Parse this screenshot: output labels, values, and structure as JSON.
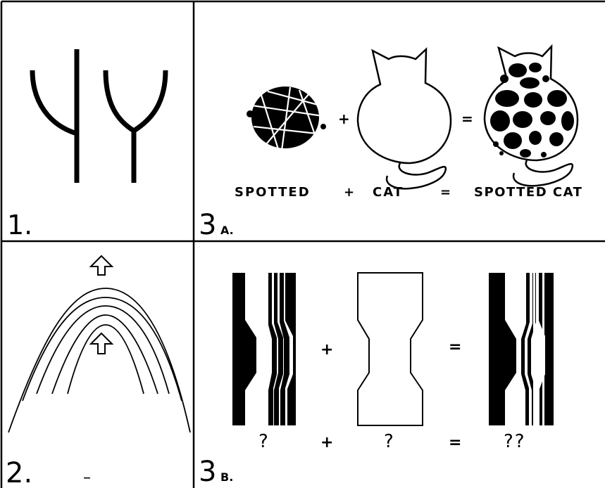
{
  "panels": {
    "p1": {
      "label": "1."
    },
    "p2": {
      "label": "2.",
      "mark": "–"
    },
    "p3a": {
      "label_num": "3",
      "label_letter": "A.",
      "caption": {
        "word1": "SPOTTED",
        "plus": "+",
        "word2": "CAT",
        "equals": "=",
        "result": "SPOTTED CAT"
      },
      "operators": {
        "plus": "+",
        "equals": "="
      }
    },
    "p3b": {
      "label_num": "3",
      "label_letter": "B.",
      "caption": {
        "q1": "?",
        "plus": "+",
        "q2": "?",
        "equals": "=",
        "result": "??"
      },
      "operators": {
        "plus": "+",
        "equals": "="
      }
    }
  }
}
